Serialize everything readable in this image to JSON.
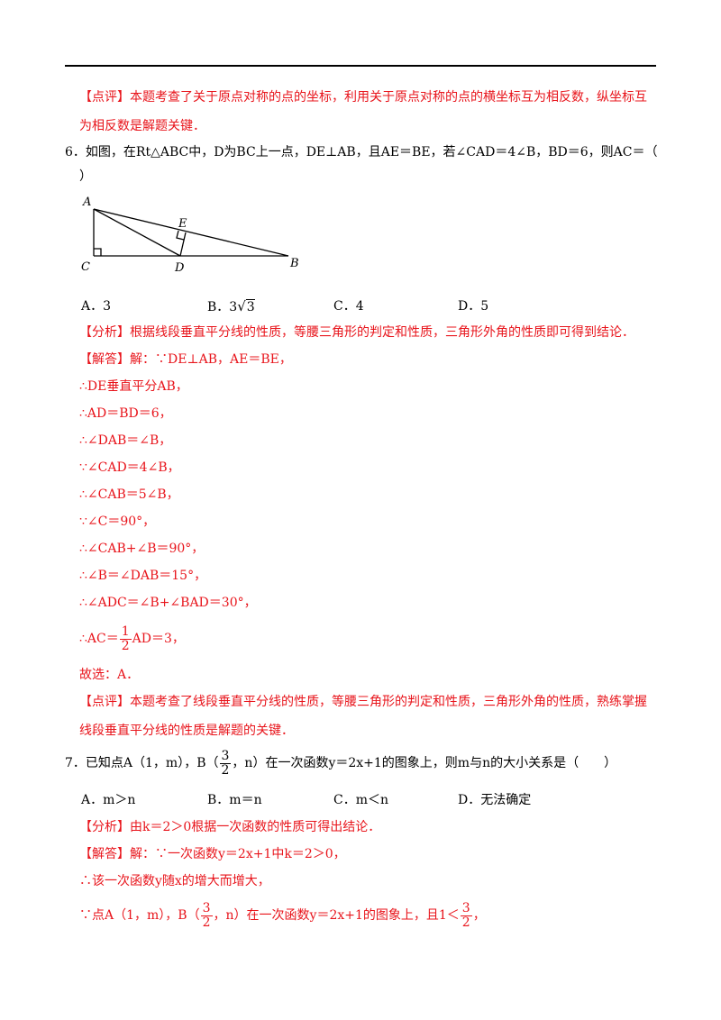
{
  "q5": {
    "comment_l1": "【点评】本题考查了关于原点对称的点的坐标，利用关于原点对称的点的横坐标互为相反数，纵坐标互",
    "comment_l2": "为相反数是解题关键．"
  },
  "q6": {
    "stem_l1": "6．如图，在Rt△ABC中，D为BC上一点，DE⊥AB，且AE＝BE，若∠CAD＝4∠B，BD＝6，则AC＝（",
    "stem_l2": "）",
    "figure": {
      "labels": {
        "A": "A",
        "E": "E",
        "C": "C",
        "D": "D",
        "B": "B"
      }
    },
    "options": {
      "a": "A．3",
      "b_prefix": "B．3",
      "b_radicand": "3",
      "c": "C．4",
      "d": "D．5"
    },
    "analysis": "【分析】根据线段垂直平分线的性质，等腰三角形的判定和性质，三角形外角的性质即可得到结论．",
    "solution": [
      "【解答】解：∵DE⊥AB，AE＝BE，",
      "∴DE垂直平分AB，",
      "∴AD＝BD＝6，",
      "∴∠DAB＝∠B，",
      "∵∠CAD＝4∠B，",
      "∴∠CAB＝5∠B，",
      "∵∠C＝90°，",
      "∴∠CAB+∠B＝90°，",
      "∴∠B＝∠DAB＝15°，",
      "∴∠ADC＝∠B+∠BAD＝30°，"
    ],
    "final_prefix": "∴AC＝",
    "final_num": "1",
    "final_den": "2",
    "final_suffix": "AD＝3，",
    "answer": "故选：A．",
    "comment_l1": "【点评】本题考查了线段垂直平分线的性质，等腰三角形的判定和性质，三角形外角的性质，熟练掌握",
    "comment_l2": "线段垂直平分线的性质是解题的关键．"
  },
  "q7": {
    "stem_a": "7．已知点A（1，m），B（",
    "stem_num": "3",
    "stem_den": "2",
    "stem_b": "，n）在一次函数y＝2x+1的图象上，则m与n的大小关系是（　　）",
    "options": {
      "a": "A．m＞n",
      "b": "B．m＝n",
      "c": "C．m＜n",
      "d": "D．无法确定"
    },
    "analysis": "【分析】由k＝2＞0根据一次函数的性质可得出结论．",
    "solution_l1": "【解答】解：∵一次函数y＝2x+1中k＝2＞0，",
    "solution_l2": "∴该一次函数y随x的增大而增大，",
    "solution_l3_a": "∵点A（1，m），B（",
    "solution_l3_num": "3",
    "solution_l3_den": "2",
    "solution_l3_b": "，n）在一次函数y＝2x+1的图象上，且1＜",
    "solution_l3_num2": "3",
    "solution_l3_den2": "2",
    "solution_l3_c": "，"
  }
}
